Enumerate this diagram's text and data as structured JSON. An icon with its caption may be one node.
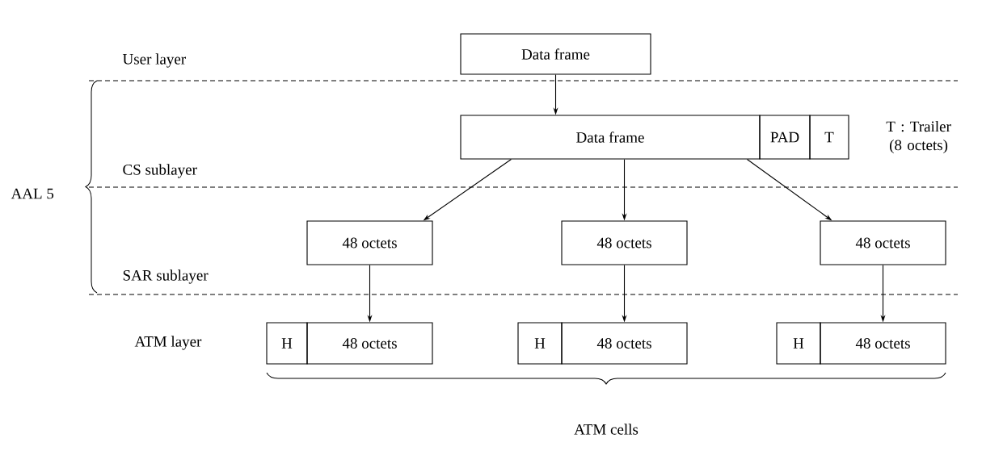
{
  "diagram": {
    "nodes": [
      {
        "text": [
          "Data frame"
        ]
      },
      {
        "text": [
          "Data frame"
        ]
      },
      {
        "text": [
          "PAD"
        ]
      },
      {
        "text": [
          "T"
        ]
      },
      {
        "text": [
          "48 octets"
        ]
      },
      {
        "text": [
          "48 octets"
        ]
      },
      {
        "text": [
          "48 octets"
        ]
      },
      {
        "text": [
          "H"
        ]
      },
      {
        "text": [
          "48 octets"
        ]
      },
      {
        "text": [
          "H"
        ]
      },
      {
        "text": [
          "48 octets"
        ]
      },
      {
        "text": [
          "H"
        ]
      },
      {
        "text": [
          "48 octets"
        ]
      }
    ],
    "edges": [
      {
        "from": 0,
        "to": 1,
        "arrow": "to"
      },
      {
        "from": 1,
        "to": 4,
        "arrow": "to"
      },
      {
        "from": 1,
        "to": 5,
        "arrow": "to"
      },
      {
        "from": 1,
        "to": 6,
        "arrow": "to"
      },
      {
        "from": 4,
        "to": 8,
        "arrow": "to"
      },
      {
        "from": 5,
        "to": 10,
        "arrow": "to"
      },
      {
        "from": 6,
        "to": 12,
        "arrow": "to"
      }
    ],
    "labels": [
      "User layer",
      "T : Trailer (8 octets)",
      "CS sublayer",
      "AAL 5",
      "SAR sublayer",
      "ATM layer",
      "ATM cells"
    ]
  }
}
